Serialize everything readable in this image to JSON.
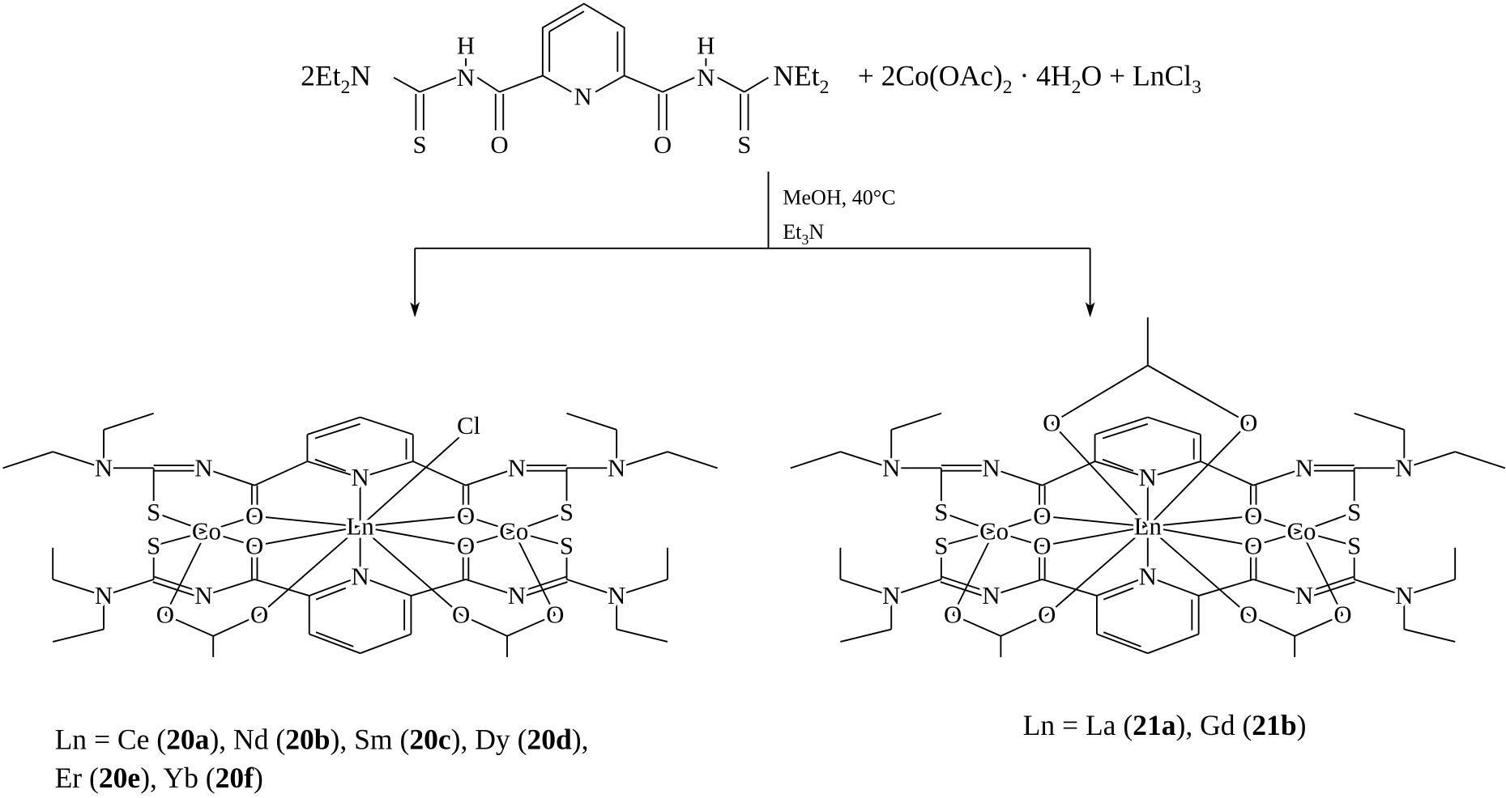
{
  "reaction": {
    "ligand_prefix": [
      "2Et",
      "2",
      "N"
    ],
    "ligand_suffix": [
      "NEt",
      "2"
    ],
    "reagents": [
      "+ 2Co(OAc)",
      "2",
      " · 4H",
      "2",
      "O + LnCl",
      "3"
    ],
    "conditions": {
      "line1": "MeOH, 40°C",
      "line2": [
        "Et",
        "3",
        "N"
      ]
    }
  },
  "atoms": {
    "N": "N",
    "O": "O",
    "S": "S",
    "H": "H",
    "Co": "Co",
    "Ln": "Ln",
    "Cl": "Cl"
  },
  "products": {
    "left_caption": {
      "line1": [
        "Ln = Ce (",
        "20a",
        "), Nd (",
        "20b",
        "), Sm (",
        "20c",
        "), Dy (",
        "20d",
        "),"
      ],
      "line2": [
        "Er (",
        "20e",
        "), Yb (",
        "20f",
        ")"
      ]
    },
    "right_caption": [
      "Ln = La (",
      "21a",
      "), Gd (",
      "21b",
      ")"
    ]
  },
  "colors": {
    "ink": "#000000",
    "background": "#ffffff"
  }
}
